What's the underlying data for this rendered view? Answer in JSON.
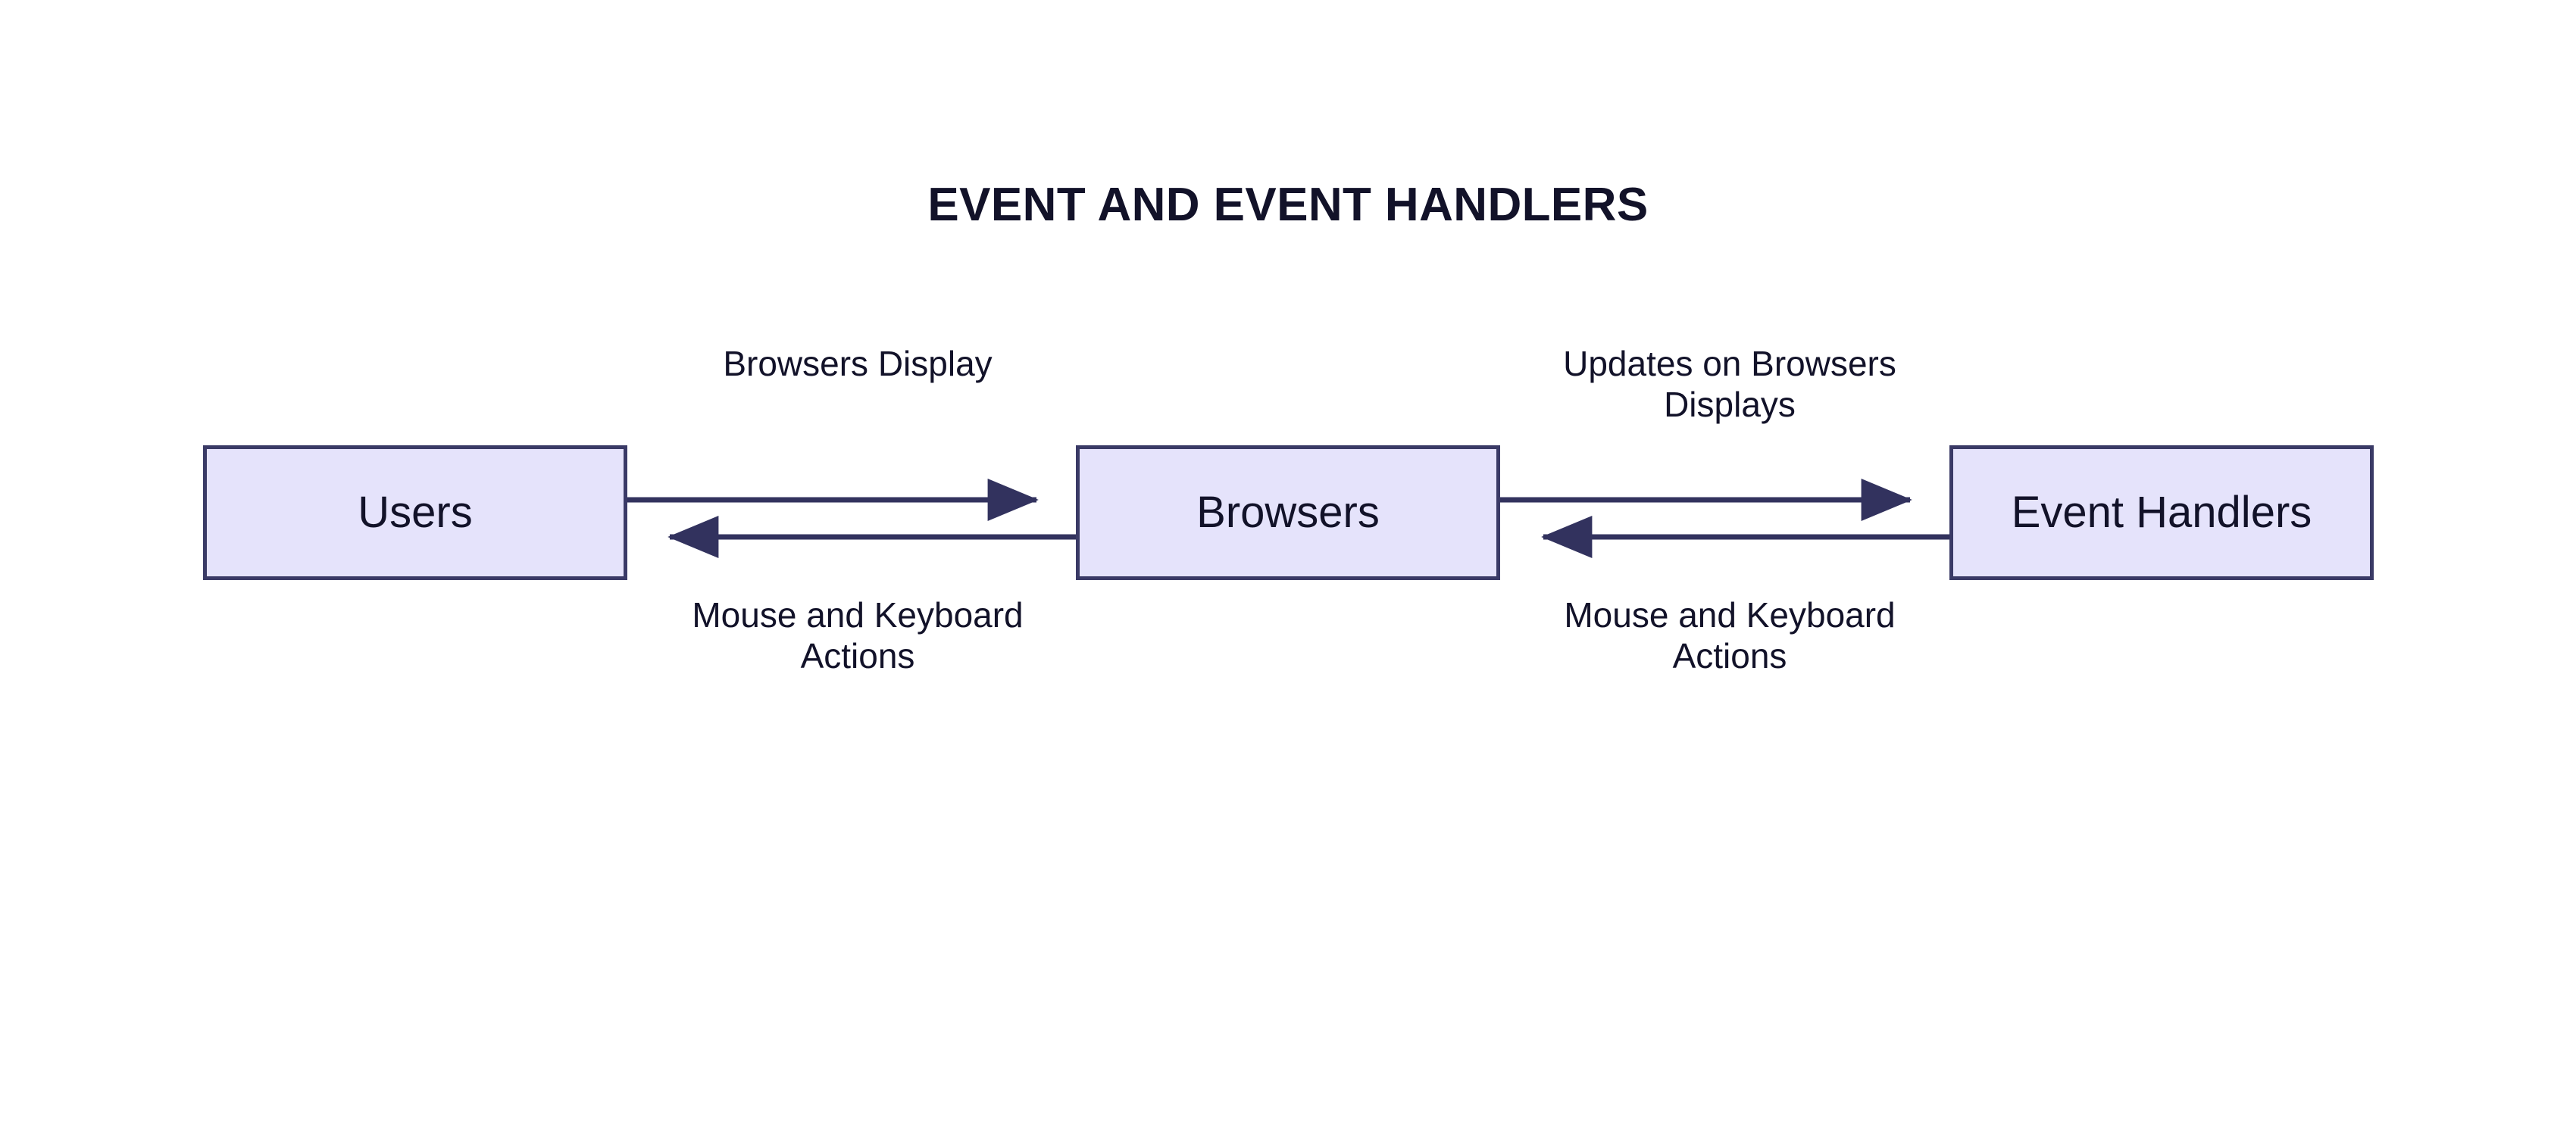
{
  "diagram": {
    "title": "EVENT AND EVENT HANDLERS",
    "background_color": "#ffffff",
    "text_color": "#121229",
    "node_fill_color": "#e5e3fb",
    "node_border_color": "#3a3a66",
    "arrow_color": "#32325e"
  },
  "nodes": [
    {
      "id": "users",
      "label": "Users"
    },
    {
      "id": "browsers",
      "label": "Browsers"
    },
    {
      "id": "handlers",
      "label": "Event Handlers"
    }
  ],
  "edges": [
    {
      "id": "users-to-browsers",
      "from": "users",
      "to": "browsers",
      "direction": "right",
      "label": "Browsers Display"
    },
    {
      "id": "browsers-to-users",
      "from": "browsers",
      "to": "users",
      "direction": "left",
      "label": "Mouse and Keyboard Actions"
    },
    {
      "id": "browsers-to-handlers",
      "from": "browsers",
      "to": "handlers",
      "direction": "right",
      "label": "Updates on Browsers Displays"
    },
    {
      "id": "handlers-to-browsers",
      "from": "handlers",
      "to": "browsers",
      "direction": "left",
      "label": "Mouse and Keyboard Actions"
    }
  ],
  "labels": {
    "browsers_display": "Browsers Display",
    "left_actions_line1": "Mouse and Keyboard",
    "left_actions_line2": "Actions",
    "updates_line1": "Updates on Browsers",
    "updates_line2": "Displays",
    "right_actions_line1": "Mouse and Keyboard",
    "right_actions_line2": "Actions"
  }
}
